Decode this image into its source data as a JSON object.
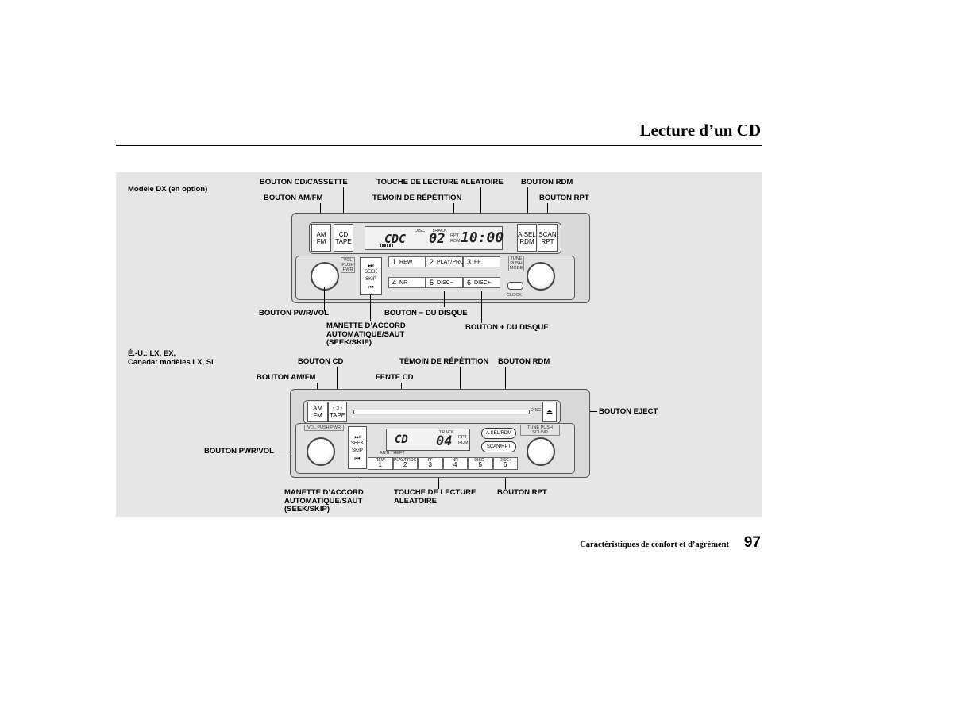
{
  "page": {
    "title": "Lecture d’un CD",
    "footer": "Caractéristiques de confort et d’agrément",
    "page_number": "97"
  },
  "dx": {
    "model": "Modèle DX (en option)",
    "labels": {
      "cd_cassette": "BOUTON CD/CASSETTE",
      "am_fm": "BOUTON AM/FM",
      "random": "TOUCHE DE LECTURE ALEATOIRE",
      "repeat_ind": "TÉMOIN DE RÉPÉTITION",
      "rdm": "BOUTON RDM",
      "rpt": "BOUTON RPT",
      "pwr_vol": "BOUTON PWR/VOL",
      "disc_minus": "BOUTON − DU DISQUE",
      "seek": "MANETTE D’ACCORD\nAUTOMATIQUE/SAUT\n(SEEK/SKIP)",
      "disc_plus": "BOUTON + DU DISQUE"
    },
    "radio": {
      "am": "AM",
      "fm": "FM",
      "cd": "CD",
      "tape": "TAPE",
      "lcd_mode": "CDC",
      "lcd_track": "02",
      "lcd_time": "10:00",
      "disc": "DISC",
      "track": "TRACK",
      "rpt": "RPT",
      "rdm": "RDM",
      "asel": "A.SEL",
      "asel_rdm": "RDM",
      "scan": "SCAN",
      "scan_rpt": "RPT",
      "vol": "VOL",
      "push": "PUSH",
      "pwr": "PWR",
      "seek": "SEEK",
      "skip": "SKIP",
      "tune": "TUNE",
      "tune_push": "PUSH",
      "mode": "MODE",
      "clock": "CLOCK",
      "presets": [
        {
          "num": "1",
          "label": "REW"
        },
        {
          "num": "2",
          "label": "PLAY/PROG"
        },
        {
          "num": "3",
          "label": "FF"
        },
        {
          "num": "4",
          "label": "NR"
        },
        {
          "num": "5",
          "label": "DISC−"
        },
        {
          "num": "6",
          "label": "DISC+"
        }
      ]
    }
  },
  "lx": {
    "model": "É.-U.: LX, EX,\nCanada: modèles LX, Si",
    "labels": {
      "cd": "BOUTON CD",
      "am_fm": "BOUTON AM/FM",
      "repeat_ind": "TÉMOIN DE RÉPÉTITION",
      "slot": "FENTE CD",
      "rdm": "BOUTON RDM",
      "eject": "BOUTON EJECT",
      "pwr_vol": "BOUTON PWR/VOL",
      "seek": "MANETTE D’ACCORD\nAUTOMATIQUE/SAUT\n(SEEK/SKIP)",
      "random": "TOUCHE DE LECTURE\nALEATOIRE",
      "rpt": "BOUTON RPT"
    },
    "radio": {
      "am": "AM",
      "fm": "FM",
      "cd": "CD",
      "tape": "TAPE",
      "disc": "DISC",
      "vol_push_pwr": "VOL PUSH PWR",
      "tune_push_sound": "TUNE PUSH SOUND",
      "seek": "SEEK",
      "skip": "SKIP",
      "lcd_mode": "CD",
      "lcd_track": "04",
      "track": "TRACK",
      "rpt": "RPT",
      "rdm": "RDM",
      "anti_theft": "ANTI THEFT",
      "asel_rdm": "A.SEL/RDM",
      "scan_rpt": "SCAN/RPT",
      "presets": [
        {
          "num": "1",
          "label": "REW"
        },
        {
          "num": "2",
          "label": "PLAY/PROG"
        },
        {
          "num": "3",
          "label": "FF"
        },
        {
          "num": "4",
          "label": "NR"
        },
        {
          "num": "5",
          "label": "DISC−"
        },
        {
          "num": "6",
          "label": "DISC+"
        }
      ]
    }
  }
}
